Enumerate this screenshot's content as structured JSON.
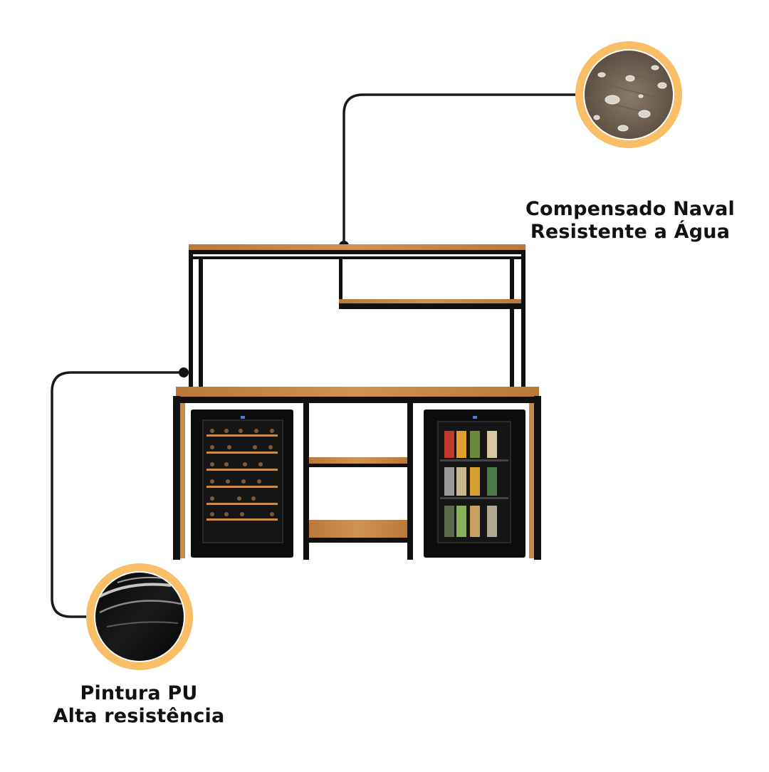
{
  "callouts": {
    "top": {
      "line1": "Compensado Naval",
      "line2": "Resistente a Água",
      "icon": "water-droplets-on-wood-icon"
    },
    "bottom": {
      "line1": "Pintura PU",
      "line2": "Alta resistência",
      "icon": "glossy-black-paint-icon"
    }
  },
  "colors": {
    "accent_ring": "#F9BE66",
    "wood": "#C98B4A",
    "frame": "#111111",
    "background": "#FFFFFF"
  },
  "product": {
    "name": "bar-cabinet-with-wine-and-beverage-fridges"
  }
}
